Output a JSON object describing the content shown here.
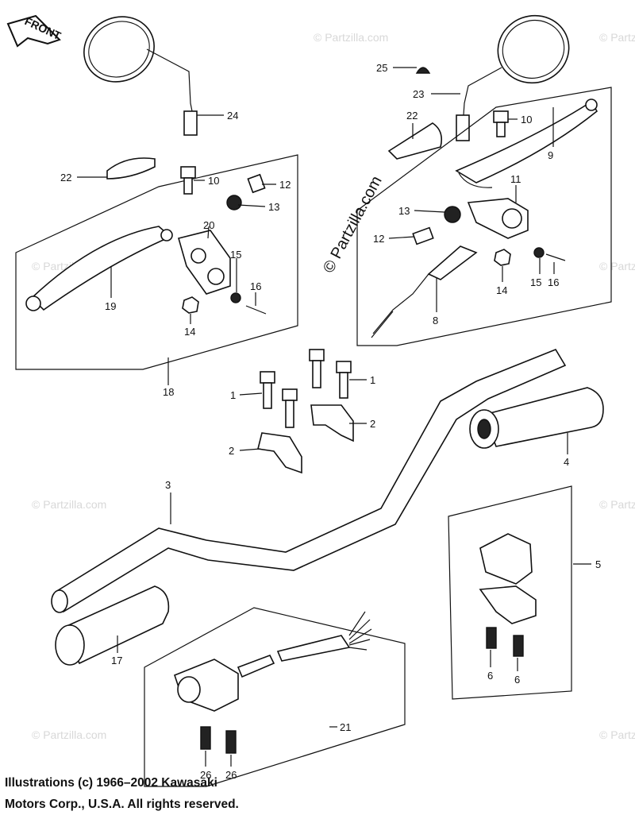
{
  "front_label": "FRONT",
  "watermark": "© Partzilla.com",
  "callouts": {
    "c1a": "1",
    "c1b": "1",
    "c2a": "2",
    "c2b": "2",
    "c3": "3",
    "c4": "4",
    "c5": "5",
    "c6a": "6",
    "c6b": "6",
    "c8": "8",
    "c9": "9",
    "c10a": "10",
    "c10b": "10",
    "c11": "11",
    "c12a": "12",
    "c12b": "12",
    "c13a": "13",
    "c13b": "13",
    "c14a": "14",
    "c14b": "14",
    "c15a": "15",
    "c15b": "15",
    "c16a": "16",
    "c16b": "16",
    "c17": "17",
    "c18": "18",
    "c19": "19",
    "c20": "20",
    "c21": "21",
    "c22a": "22",
    "c22b": "22",
    "c23": "23",
    "c24": "24",
    "c25": "25",
    "c26a": "26",
    "c26b": "26"
  },
  "footer": {
    "line1": "Illustrations (c) 1966–2002 Kawasaki",
    "line2": "Motors Corp., U.S.A.  All rights reserved."
  }
}
